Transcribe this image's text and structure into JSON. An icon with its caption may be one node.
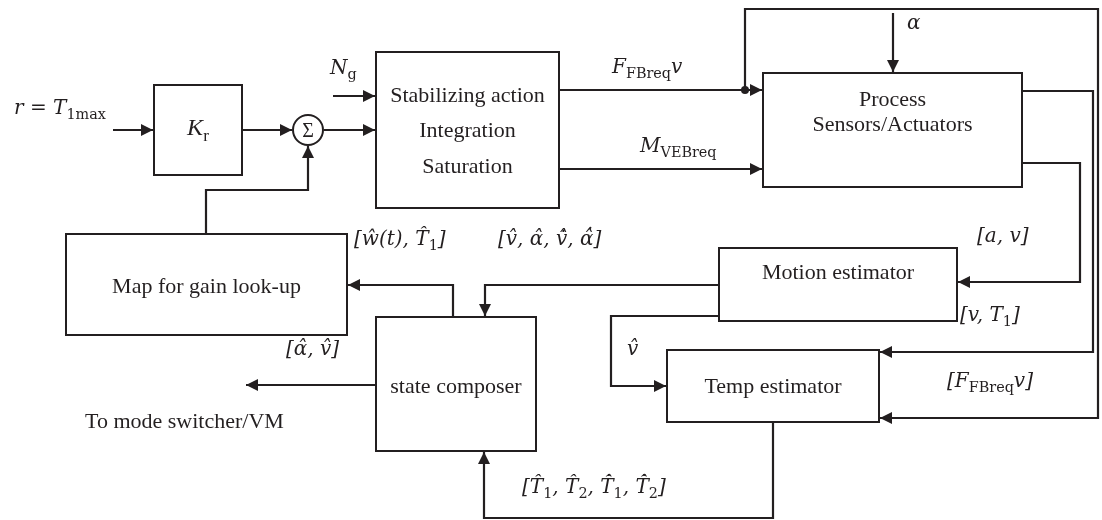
{
  "diagram": {
    "nodes": [
      {
        "text": [
          "K$_{r}$"
        ]
      },
      {
        "text": [
          "Σ"
        ]
      },
      {
        "text": [
          "Stabilizing action",
          "Integration",
          "Saturation"
        ]
      },
      {
        "text": [
          "Process Sensors/Actuators"
        ]
      },
      {
        "text": [
          "Map for gain look-up"
        ]
      },
      {
        "text": [
          "Motion estimator"
        ]
      },
      {
        "text": [
          "state composer"
        ]
      },
      {
        "text": [
          "Temp estimator"
        ]
      }
    ],
    "edges": [
      {
        "from": null,
        "to": 0,
        "arrow": "to",
        "label": "r = T$_{1max}$"
      },
      {
        "from": 0,
        "to": 1,
        "arrow": "to"
      },
      {
        "from": 1,
        "to": 2,
        "arrow": "to"
      },
      {
        "from": null,
        "to": 2,
        "arrow": "to",
        "label": "N$_{g}$"
      },
      {
        "from": 2,
        "to": 3,
        "arrow": "to",
        "label": "F$_{FBreq}$v"
      },
      {
        "from": 2,
        "to": 3,
        "arrow": "to",
        "label": "M$_{VEBreq}$"
      },
      {
        "from": null,
        "to": 3,
        "arrow": "to",
        "label": "α"
      },
      {
        "from": 3,
        "to": 5,
        "arrow": "to",
        "label": "[a, v]"
      },
      {
        "from": 3,
        "to": 7,
        "arrow": "to"
      },
      {
        "from": 5,
        "to": 6,
        "arrow": "to",
        "label": "[v̂, α̂, v̂̇, α̂̇]"
      },
      {
        "from": 5,
        "to": 7,
        "arrow": "to",
        "label": "v̂"
      },
      {
        "from": 6,
        "to": 4,
        "arrow": "to",
        "label": "[ŵ(t), T̂$_{1}$]"
      },
      {
        "from": 4,
        "to": 1,
        "arrow": "to"
      },
      {
        "from": 6,
        "to": null,
        "arrow": "to",
        "label": "[α̂, v̂]"
      },
      {
        "from": 7,
        "to": 6,
        "arrow": "to",
        "label": "[T̂$_{1}$, T̂$_{2}$, T̂̇$_{1}$, T̂̇$_{2}$]"
      },
      {
        "from": 2,
        "to": 7,
        "arrow": "to",
        "label": "[F$_{FBreq}$v]"
      }
    ],
    "labels": [
      "[v, T$_{1}$]",
      "To mode switcher/VM"
    ]
  }
}
